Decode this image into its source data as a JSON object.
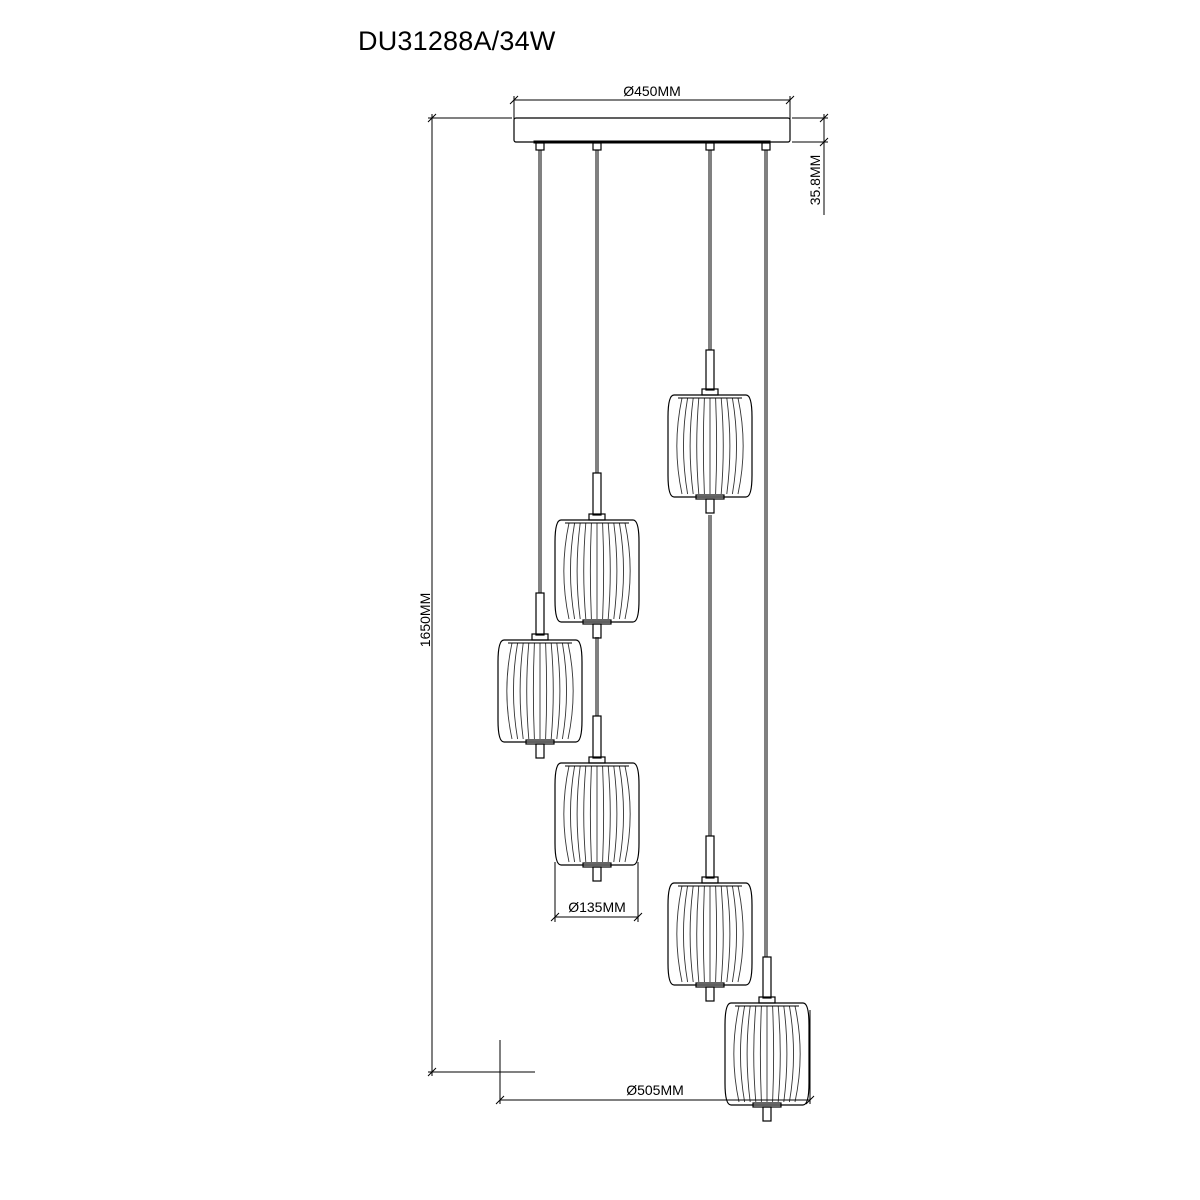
{
  "model": "DU31288A/34W",
  "dimensions": {
    "canopy_diameter": "Ø450MM",
    "canopy_height": "35.8MM",
    "overall_height": "1650MM",
    "shade_diameter": "Ø135MM",
    "cluster_diameter": "Ø505MM"
  },
  "pendant_count": 6
}
